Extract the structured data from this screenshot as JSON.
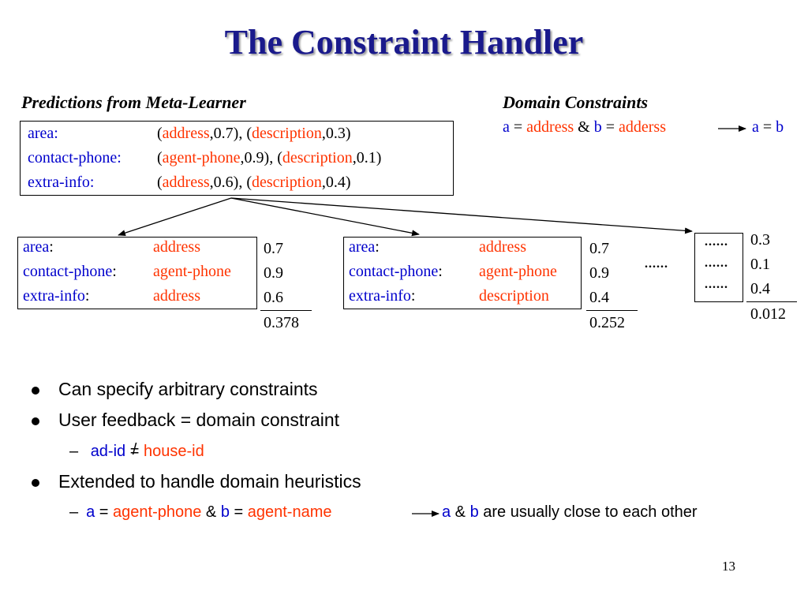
{
  "title": "The Constraint Handler",
  "headers": {
    "predictions": "Predictions  from  Meta-Learner",
    "domain": "Domain Constraints"
  },
  "constraint": {
    "a": "a",
    "eq1": " = ",
    "address": "address",
    "amp": " & ",
    "b": "b",
    "eq2": " = ",
    "adderss": "adderss",
    "result_a": "a",
    "result_eq": " = ",
    "result_b": "b"
  },
  "predictions": [
    {
      "attr": "area",
      "colon": ":",
      "open": "(",
      "l1": "address",
      "v1": ",0.7), (",
      "l2": "description",
      "v2": ",0.3)"
    },
    {
      "attr": "contact-phone",
      "colon": ":",
      "open": "(",
      "l1": "agent-phone",
      "v1": ",0.9), (",
      "l2": "description",
      "v2": ",0.1)"
    },
    {
      "attr": "extra-info",
      "colon": ":",
      "open": "(",
      "l1": "address",
      "v1": ",0.6), (",
      "l2": "description",
      "v2": ",0.4)"
    }
  ],
  "candidates": [
    {
      "rows": [
        {
          "attr": "area",
          "colon": ":",
          "label": "address"
        },
        {
          "attr": "contact-phone",
          "colon": ":",
          "label": "agent-phone"
        },
        {
          "attr": "extra-info",
          "colon": ":",
          "label": "address"
        }
      ],
      "scores": [
        "0.7",
        "0.9",
        "0.6"
      ],
      "product": "0.378"
    },
    {
      "rows": [
        {
          "attr": "area",
          "colon": ":",
          "label": "address"
        },
        {
          "attr": "contact-phone",
          "colon": ":",
          "label": "agent-phone"
        },
        {
          "attr": "extra-info",
          "colon": ":",
          "label": "description"
        }
      ],
      "scores": [
        "0.7",
        "0.9",
        "0.4"
      ],
      "product": "0.252"
    },
    {
      "rows": [
        "......",
        "......",
        "......"
      ],
      "scores": [
        "0.3",
        "0.1",
        "0.4"
      ],
      "product": "0.012"
    }
  ],
  "between_dots": "......",
  "bullets": [
    {
      "text": "Can specify arbitrary constraints"
    },
    {
      "text": "User feedback = domain constraint"
    },
    {
      "text": "Extended to handle domain heuristics"
    }
  ],
  "sub1": {
    "dash": "–",
    "left": "ad-id",
    "neq": "=",
    "right": "house-id"
  },
  "sub2": {
    "dash": "–",
    "a": "a",
    "eq1": " = ",
    "agent_phone": "agent-phone",
    "amp": " & ",
    "b": "b",
    "eq2": " = ",
    "agent_name": "agent-name",
    "ra": "a",
    "ramp": " & ",
    "rb": "b",
    "rest": " are usually close to each other"
  },
  "page_number": "13",
  "colors": {
    "title": "#1a1a8c",
    "blue": "#0000cc",
    "red": "#ff3300"
  }
}
